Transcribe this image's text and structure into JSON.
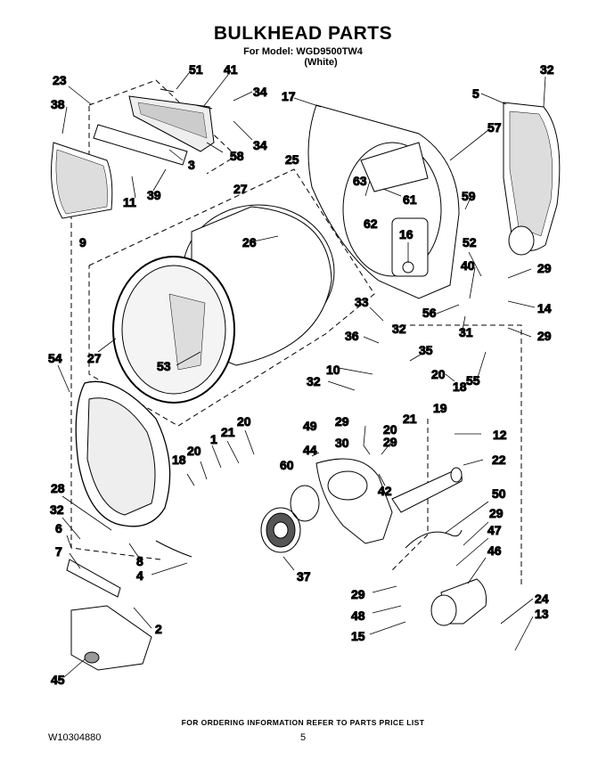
{
  "header": {
    "title": "BULKHEAD PARTS",
    "model_line": "For Model: WGD9500TW4",
    "color_line": "(White)"
  },
  "callouts": [
    "51",
    "41",
    "34",
    "34",
    "17",
    "5",
    "32",
    "23",
    "38",
    "3",
    "58",
    "39",
    "11",
    "25",
    "27",
    "26",
    "9",
    "57",
    "63",
    "61",
    "62",
    "16",
    "59",
    "52",
    "40",
    "29",
    "14",
    "56",
    "31",
    "29",
    "33",
    "36",
    "32",
    "35",
    "55",
    "10",
    "32",
    "20",
    "18",
    "19",
    "21",
    "20",
    "27",
    "53",
    "54",
    "49",
    "29",
    "44",
    "30",
    "29",
    "42",
    "22",
    "60",
    "12",
    "20",
    "18",
    "20",
    "1",
    "21",
    "28",
    "32",
    "6",
    "7",
    "8",
    "4",
    "37",
    "50",
    "29",
    "47",
    "46",
    "29",
    "48",
    "24",
    "13",
    "15",
    "2",
    "45"
  ],
  "footer": {
    "ordering_info": "FOR ORDERING INFORMATION REFER TO PARTS PRICE LIST",
    "doc_number": "W10304880",
    "page_number": "5"
  }
}
